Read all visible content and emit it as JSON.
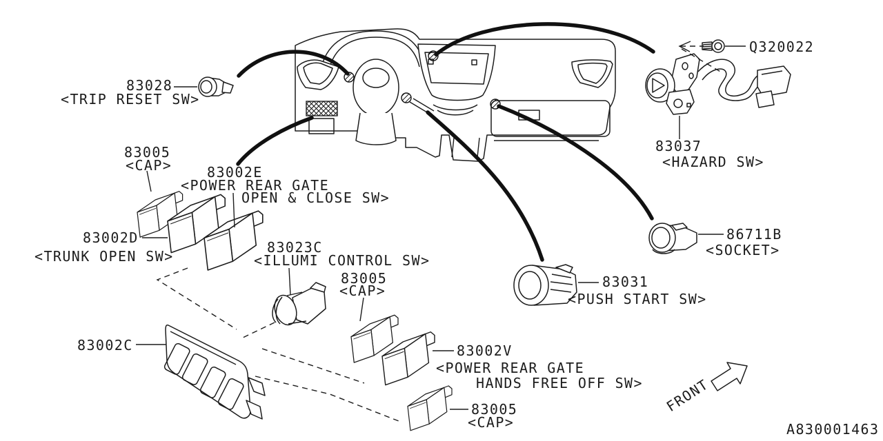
{
  "diagram_code": "A830001463",
  "front_label": "FRONT",
  "labels": {
    "trip_reset": {
      "num": "83028",
      "name": "<TRIP RESET SW>"
    },
    "cap_top": {
      "num": "83005",
      "name": "<CAP>"
    },
    "rear_gate": {
      "num": "83002E",
      "name1": "<POWER REAR GATE",
      "name2": "OPEN & CLOSE SW>"
    },
    "trunk_open": {
      "num": "83002D",
      "name": "<TRUNK OPEN SW>"
    },
    "illumi": {
      "num": "83023C",
      "name": "<ILLUMI CONTROL SW>"
    },
    "cap_mid": {
      "num": "83005",
      "name": "<CAP>"
    },
    "panel": {
      "num": "83002C"
    },
    "hands_free": {
      "num": "83002V",
      "name1": "<POWER REAR GATE",
      "name2": "HANDS FREE OFF SW>"
    },
    "cap_bottom": {
      "num": "83005",
      "name": "<CAP>"
    },
    "screw": {
      "num": "Q320022"
    },
    "hazard": {
      "num": "83037",
      "name": "<HAZARD SW>"
    },
    "socket": {
      "num": "86711B",
      "name": "<SOCKET>"
    },
    "push_start": {
      "num": "83031",
      "name": "<PUSH START SW>"
    }
  }
}
